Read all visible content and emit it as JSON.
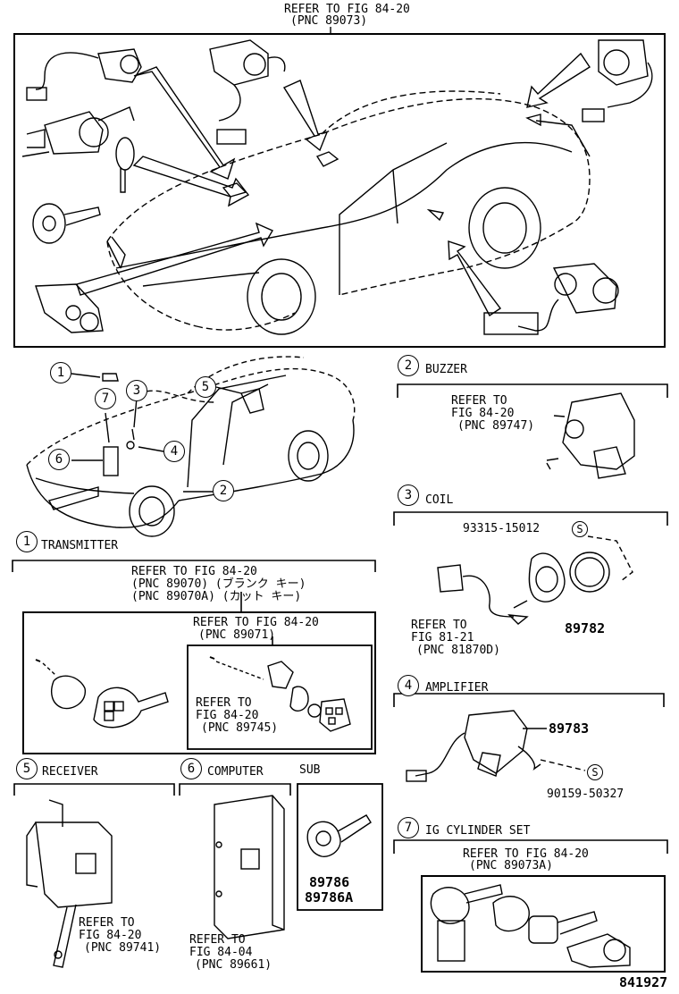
{
  "top_ref": {
    "line1": "REFER TO FIG 84-20",
    "line2": "(PNC 89073)"
  },
  "callouts": [
    "1",
    "2",
    "3",
    "4",
    "5",
    "6",
    "7"
  ],
  "sections": {
    "buzzer": {
      "num": "2",
      "title": "BUZZER",
      "ref1": "REFER TO",
      "ref2": "FIG 84-20",
      "ref3": "(PNC 89747)"
    },
    "coil": {
      "num": "3",
      "title": "COIL",
      "part_top": "93315-15012",
      "s_mark": "S",
      "ref1": "REFER TO",
      "ref2": "FIG 81-21",
      "ref3": "(PNC 81870D)",
      "part_main": "89782"
    },
    "amplifier": {
      "num": "4",
      "title": "AMPLIFIER",
      "part_main": "89783",
      "s_mark": "S",
      "part_bottom": "90159-50327"
    },
    "ig_cylinder": {
      "num": "7",
      "title": "IG CYLINDER SET",
      "ref1": "REFER TO FIG 84-20",
      "ref2": "(PNC 89073A)"
    },
    "transmitter": {
      "num": "1",
      "title": "TRANSMITTER",
      "ref1": "REFER TO FIG 84-20",
      "ref2": "(PNC 89070) (ブランク キー)",
      "ref3": "(PNC 89070A) (カット キー)",
      "inner_ref1": "REFER TO FIG 84-20",
      "inner_ref2": "(PNC 89071)",
      "sub_ref1": "REFER TO",
      "sub_ref2": "FIG 84-20",
      "sub_ref3": "(PNC 89745)"
    },
    "receiver": {
      "num": "5",
      "title": "RECEIVER",
      "ref1": "REFER TO",
      "ref2": "FIG 84-20",
      "ref3": "(PNC 89741)"
    },
    "computer": {
      "num": "6",
      "title": "COMPUTER",
      "ref1": "REFER TO",
      "ref2": "FIG 84-04",
      "ref3": "(PNC 89661)"
    },
    "sub": {
      "title": "SUB",
      "part1": "89786",
      "part2": "89786A"
    }
  },
  "figure_number": "841927"
}
